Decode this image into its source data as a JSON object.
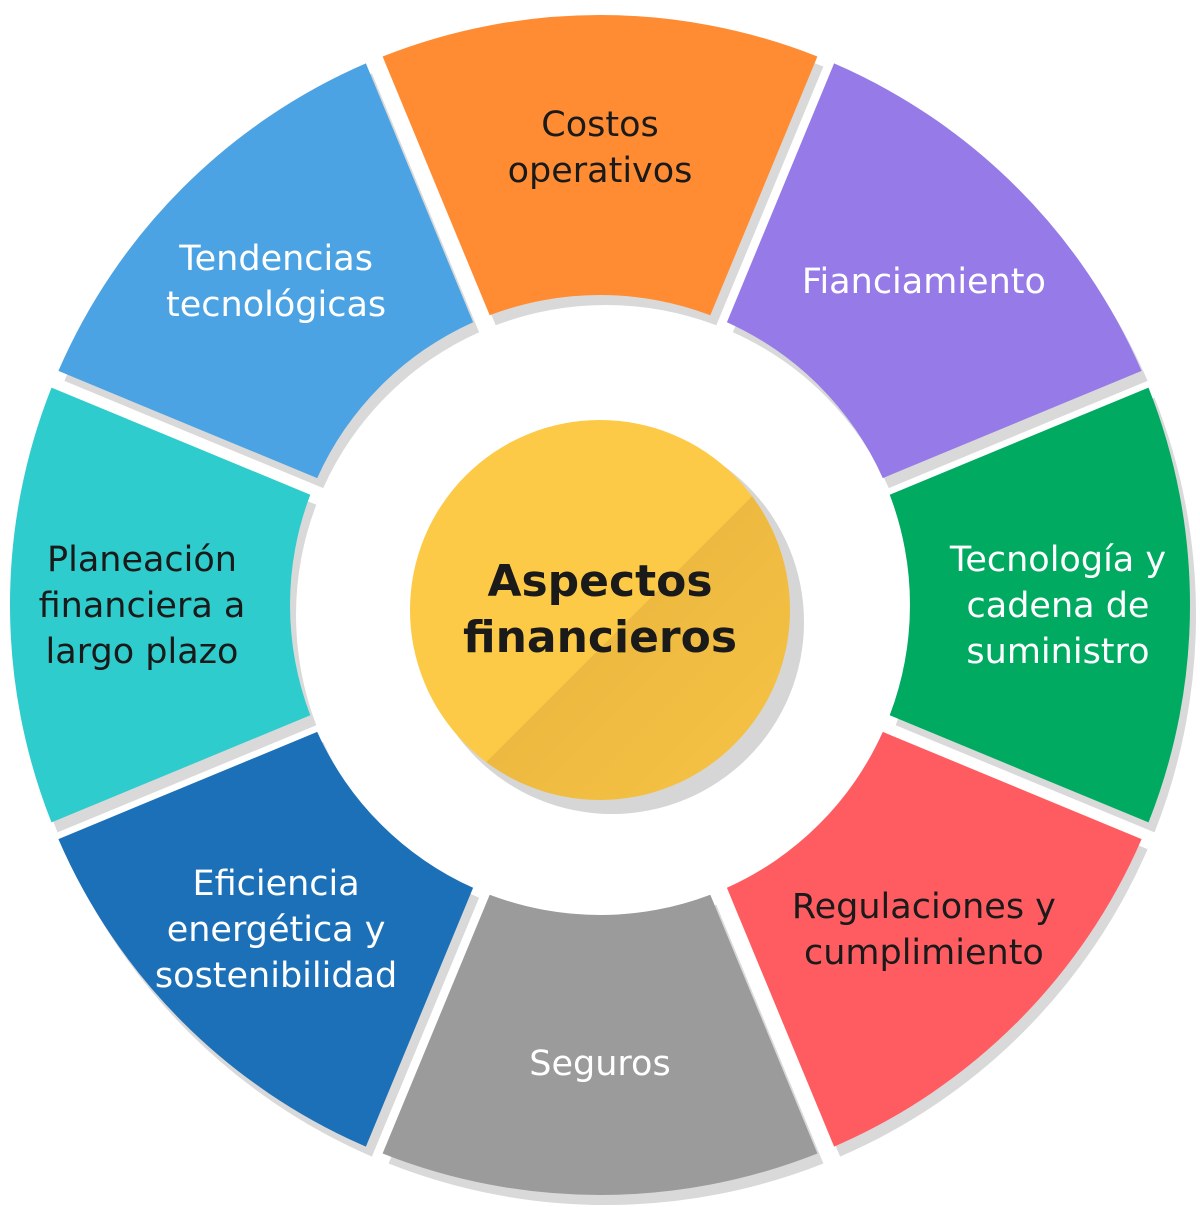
{
  "center": {
    "lines": [
      "Aspectos",
      "financieros"
    ],
    "color": "#FCCA46",
    "text_color": "#1a1a1a"
  },
  "segments": [
    {
      "id": "costos-operativos",
      "lines": [
        "Costos",
        "operativos"
      ],
      "color": "#FF8C33",
      "text_color": "#1a1a1a"
    },
    {
      "id": "fianciamiento",
      "lines": [
        "Fianciamiento"
      ],
      "color": "#967BE8",
      "text_color": "#ffffff"
    },
    {
      "id": "tecnologia-cadena",
      "lines": [
        "Tecnología y",
        "cadena de",
        "suministro"
      ],
      "color": "#00AB61",
      "text_color": "#ffffff"
    },
    {
      "id": "regulaciones",
      "lines": [
        "Regulaciones y",
        "cumplimiento"
      ],
      "color": "#FF5C62",
      "text_color": "#1a1a1a"
    },
    {
      "id": "seguros",
      "lines": [
        "Seguros"
      ],
      "color": "#9B9B9B",
      "text_color": "#ffffff"
    },
    {
      "id": "eficiencia",
      "lines": [
        "Eficiencia",
        "energética y",
        "sostenibilidad"
      ],
      "color": "#1C70B8",
      "text_color": "#ffffff"
    },
    {
      "id": "planeacion",
      "lines": [
        "Planeación",
        "financiera a",
        "largo plazo"
      ],
      "color": "#2ECCCC",
      "text_color": "#1a1a1a"
    },
    {
      "id": "tendencias",
      "lines": [
        "Tendencias",
        "tecnológicas"
      ],
      "color": "#4BA3E3",
      "text_color": "#ffffff"
    }
  ]
}
